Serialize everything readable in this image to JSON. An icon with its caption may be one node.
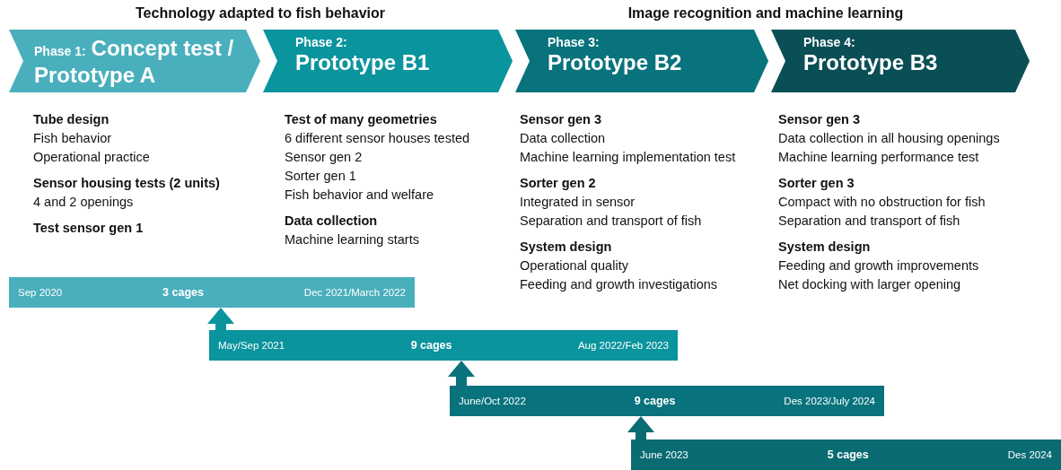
{
  "diagram": {
    "nodes": [
      {
        "text": [
          "Phase 1:",
          "Concept test / Prototype A"
        ]
      },
      {
        "text": [
          "Phase 2:",
          "Prototype B1"
        ]
      },
      {
        "text": [
          "Phase 3:",
          "Prototype B2"
        ]
      },
      {
        "text": [
          "Phase 4:",
          "Prototype B3"
        ]
      },
      {
        "text": [
          "Sep 2020",
          "3 cages",
          "Dec 2021/March 2022"
        ]
      },
      {
        "text": [
          "May/Sep 2021",
          "9 cages",
          "Aug 2022/Feb 2023"
        ]
      },
      {
        "text": [
          "June/Oct 2022",
          "9 cages",
          "Des 2023/July  2024"
        ]
      },
      {
        "text": [
          "June 2023",
          "5 cages",
          "Des 2024"
        ]
      }
    ],
    "edges": [
      {
        "from": 5,
        "to": 4,
        "arrow": "to"
      },
      {
        "from": 6,
        "to": 5,
        "arrow": "to"
      },
      {
        "from": 7,
        "to": 6,
        "arrow": "to"
      }
    ],
    "labels": [
      "Technology adapted to fish behavior",
      "Image recognition and machine learning",
      "Tube design",
      "Fish behavior",
      "Operational practice",
      "Sensor housing tests (2 units)",
      "4 and 2 openings",
      "Test sensor gen 1",
      "Test of many geometries",
      "6 different sensor houses tested",
      "Sensor gen 2",
      "Sorter gen 1",
      "Fish behavior and welfare",
      "Data collection",
      "Machine learning starts",
      "Sensor gen 3",
      "Data collection",
      "Machine learning implementation test",
      "Sorter gen 2",
      "Integrated in sensor",
      "Separation and transport of fish",
      "System design",
      "Operational quality",
      "Feeding and growth investigations",
      "Sensor gen 3",
      "Data collection in all housing openings",
      "Machine learning performance test",
      "Sorter gen 3",
      "Compact with no obstruction for fish",
      "Separation and transport of fish",
      "System design",
      "Feeding and growth improvements",
      "Net docking with larger opening"
    ]
  }
}
